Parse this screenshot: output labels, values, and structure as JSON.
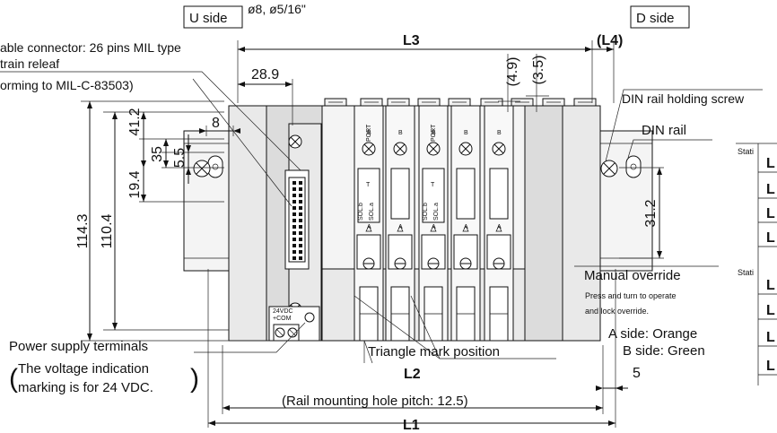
{
  "labels": {
    "u_side": "U side",
    "d_side": "D side",
    "fitting_size": "ø8, ø5/16\"",
    "flat_cable_line1": "able connector: 26 pins MIL type",
    "flat_cable_line2": "train releaf",
    "flat_cable_line3": "orming to MIL-C-83503)",
    "din_screw": "DIN rail holding screw",
    "din_rail": "DIN rail",
    "manual_override": "Manual override",
    "manual_note1": "Press and turn to operate",
    "manual_note2": "and lock override.",
    "a_side": "A side: Orange",
    "b_side": "B side: Green",
    "power_terminals": "Power supply terminals",
    "voltage_note1": "The voltage indication",
    "voltage_note2": "marking is for 24 VDC.",
    "triangle_mark": "Triangle mark position",
    "rail_pitch": "(Rail mounting hole pitch: 12.5)",
    "terminal_24vdc": "24VDC",
    "terminal_com": "+COM",
    "stations_1": "Stati",
    "stations_2": "Stati",
    "valve_sol_b": "SOL.b",
    "valve_sol_a": "SOL.a",
    "valve_port": "PORT",
    "valve_b": "B",
    "valve_a": "A",
    "valve_t": "T"
  },
  "dimensions": {
    "L1": "L1",
    "L2": "L2",
    "L3": "L3",
    "L4": "(L4)",
    "d_28_9": "28.9",
    "d_4_9": "(4.9)",
    "d_3_5": "(3.5)",
    "d_8": "8",
    "d_41_2": "41.2",
    "d_35": "35",
    "d_5_5": "5.5",
    "d_19_4": "19.4",
    "d_114_3": "114.3",
    "d_110_4": "110.4",
    "d_31_2": "31.2",
    "d_5": "5"
  },
  "table": {
    "rows": [
      "L",
      "L",
      "L",
      "L",
      "L",
      "L",
      "L",
      "L"
    ]
  }
}
